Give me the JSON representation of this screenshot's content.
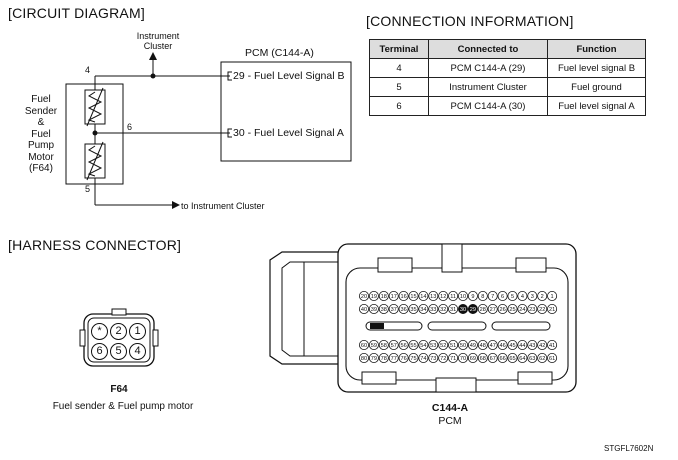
{
  "circuit": {
    "title": "[CIRCUIT DIAGRAM]",
    "instrument_cluster_top": "Instrument\nCluster",
    "pcm_label": "PCM (C144-A)",
    "pin_29": "29 - Fuel Level Signal B",
    "pin_30": "30 - Fuel Level Signal A",
    "wire_4": "4",
    "wire_6": "6",
    "wire_5": "5",
    "component": [
      "Fuel",
      "Sender",
      "&",
      "Fuel",
      "Pump",
      "Motor",
      "(F64)"
    ],
    "to_cluster": "to Instrument Cluster"
  },
  "connection": {
    "title": "[CONNECTION INFORMATION]",
    "headers": [
      "Terminal",
      "Connected to",
      "Function"
    ],
    "rows": [
      [
        "4",
        "PCM C144-A (29)",
        "Fuel level signal B"
      ],
      [
        "5",
        "Instrument Cluster",
        "Fuel ground"
      ],
      [
        "6",
        "PCM C144-A (30)",
        "Fuel level signal A"
      ]
    ]
  },
  "harness": {
    "title": "[HARNESS CONNECTOR]",
    "f64_pins_top": [
      "*",
      "2",
      "1"
    ],
    "f64_pins_bottom": [
      "6",
      "5",
      "4"
    ],
    "f64_name": "F64",
    "f64_desc": "Fuel sender & Fuel pump motor",
    "c144_name": "C144-A",
    "c144_desc": "PCM",
    "c144_rows": [
      [
        "20",
        "19",
        "18",
        "17",
        "16",
        "15",
        "14",
        "13",
        "12",
        "11",
        "10",
        "9",
        "8",
        "7",
        "6",
        "5",
        "4",
        "3",
        "2",
        "1"
      ],
      [
        "40",
        "39",
        "38",
        "37",
        "36",
        "35",
        "34",
        "33",
        "32",
        "31",
        "30",
        "29",
        "28",
        "27",
        "26",
        "25",
        "24",
        "23",
        "22",
        "21"
      ],
      [
        "60",
        "59",
        "58",
        "57",
        "56",
        "55",
        "54",
        "53",
        "52",
        "51",
        "50",
        "49",
        "48",
        "47",
        "46",
        "45",
        "44",
        "43",
        "42",
        "41"
      ],
      [
        "80",
        "79",
        "78",
        "77",
        "76",
        "75",
        "74",
        "73",
        "72",
        "71",
        "70",
        "69",
        "68",
        "67",
        "66",
        "65",
        "64",
        "63",
        "62",
        "61"
      ]
    ],
    "highlighted_pins": [
      "29",
      "30"
    ]
  },
  "footer_code": "STGFL7602N"
}
